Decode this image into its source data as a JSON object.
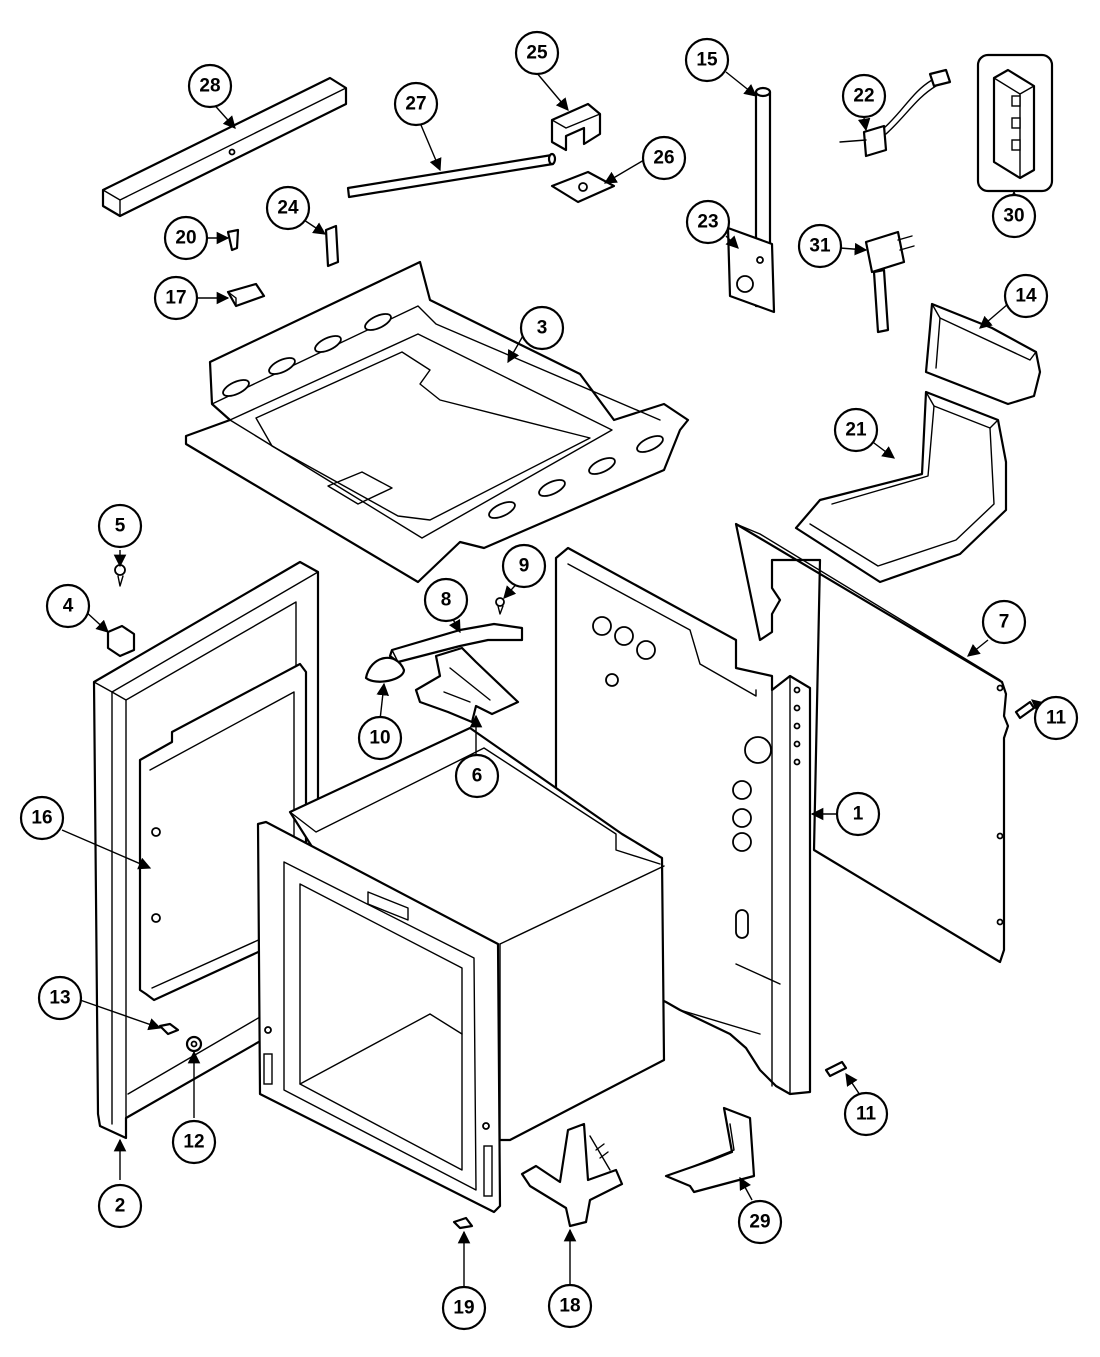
{
  "callouts": [
    "1",
    "2",
    "3",
    "4",
    "5",
    "6",
    "7",
    "8",
    "9",
    "10",
    "11",
    "11",
    "12",
    "13",
    "14",
    "15",
    "16",
    "17",
    "18",
    "19",
    "20",
    "21",
    "22",
    "23",
    "24",
    "25",
    "26",
    "27",
    "28",
    "29",
    "30",
    "31"
  ]
}
